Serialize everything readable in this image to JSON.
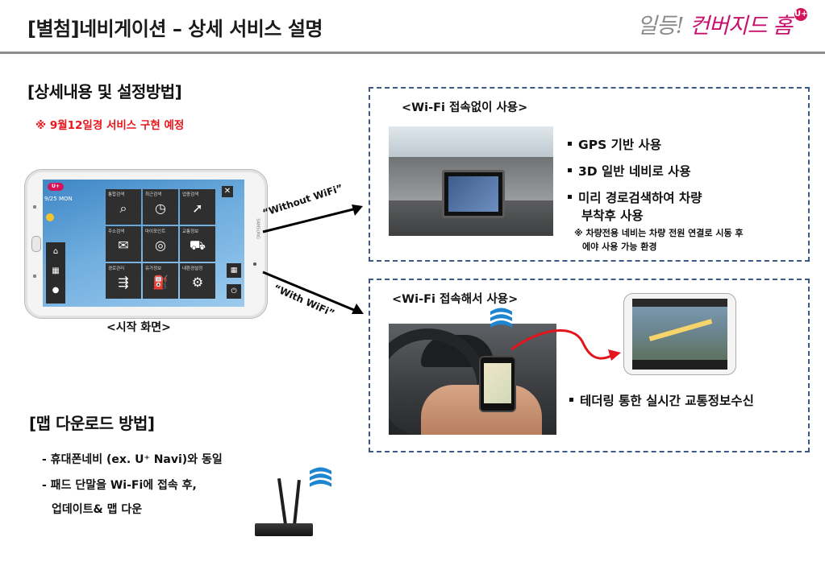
{
  "header": {
    "title": "[별첨]네비게이션 – 상세 서비스 설명",
    "brand_main": "일등!",
    "brand_sub": "컨버지드 홈",
    "brand_badge": "U+"
  },
  "settings_section": {
    "heading": "[상세내용 및 설정방법]",
    "notice": "※ 9월12일경 서비스 구현 예정"
  },
  "tablet": {
    "caption": "<시작 화면>",
    "brand_label": "SAMSUNG",
    "logo_text": "U+",
    "date_text": "9/25 MON",
    "close_glyph": "✕",
    "left_bar_icons": [
      "home-icon",
      "building-icon",
      "location-icon"
    ],
    "left_bar_glyphs": [
      "⌂",
      "▦",
      "●"
    ],
    "right_bar_glyphs": [
      "▦",
      "⏻"
    ],
    "tiles": [
      {
        "label": "통합검색",
        "glyph": "⌕"
      },
      {
        "label": "최근검색",
        "glyph": "◷"
      },
      {
        "label": "업종검색",
        "glyph": "➚"
      },
      {
        "label": "주소검색",
        "glyph": "✉"
      },
      {
        "label": "마이포인트",
        "glyph": "◎"
      },
      {
        "label": "교통정보",
        "glyph": "⛟"
      },
      {
        "label": "경로관리",
        "glyph": "⇶"
      },
      {
        "label": "유가정보",
        "glyph": "⛽"
      },
      {
        "label": "내환경설정",
        "glyph": "⚙"
      }
    ]
  },
  "arrows": {
    "without_wifi": "“Without WiFi”",
    "with_wifi": "“With WiFi”"
  },
  "box_no_wifi": {
    "title": "<Wi-Fi 접속없이 사용>",
    "bullets": [
      "GPS 기반 사용",
      "3D 일반 네비로 사용",
      "미리 경로검색하여 차량"
    ],
    "bullet3_cont": "부착후 사용",
    "note_line1": "※ 차량전용 네비는 차량 전원 연결로 시동 후",
    "note_line2": "에야 사용 가능 환경"
  },
  "box_wifi": {
    "title": "<Wi-Fi 접속해서 사용>",
    "bullet": "테더링 통한 실시간 교통정보수신"
  },
  "map_section": {
    "heading": "[맵 다운로드 방법]",
    "line1": "- 휴대폰네비 (ex. U⁺ Navi)와 동일",
    "line2": "- 패드 단말을 Wi-Fi에 접속 후,",
    "line3": "업데이트& 맵 다운"
  },
  "colors": {
    "brand": "#c8106e",
    "notice": "#e8161b",
    "box_border": "#3c5a84",
    "wifi_wave": "#1e86d0",
    "red_arrow": "#e3141b"
  }
}
